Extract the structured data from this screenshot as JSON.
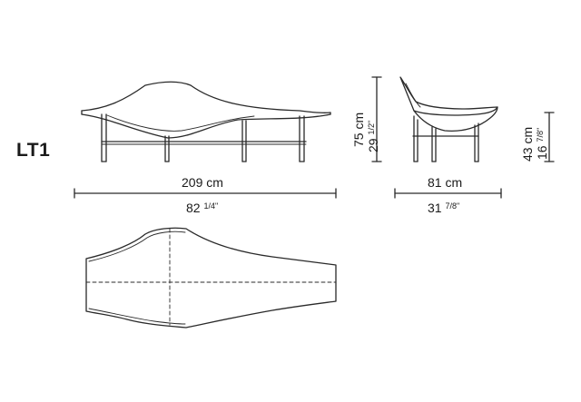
{
  "model": "LT1",
  "dimensions": {
    "length_cm": "209 cm",
    "length_in_whole": "82",
    "length_in_frac": "1/4\"",
    "depth_cm": "81 cm",
    "depth_in_whole": "31",
    "depth_in_frac": "7/8\"",
    "height_cm": "75 cm",
    "height_in_whole": "29",
    "height_in_frac": "1/2\"",
    "seat_height_cm": "43 cm",
    "seat_height_in_whole": "16",
    "seat_height_in_frac": "7/8\""
  },
  "colors": {
    "line": "#2a2a2a",
    "background": "#ffffff"
  }
}
